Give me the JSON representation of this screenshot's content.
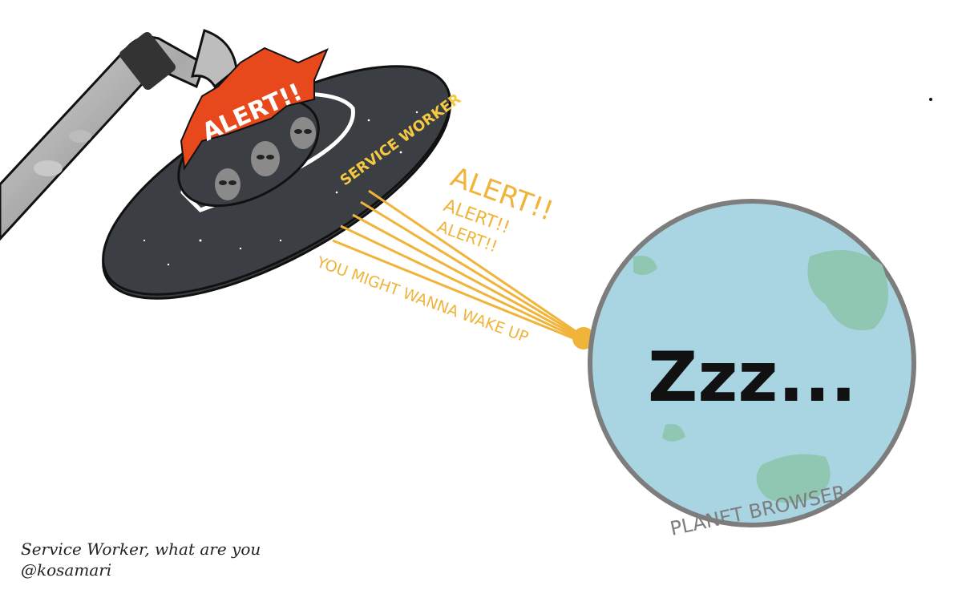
{
  "illustration": {
    "ufo_label": "SERVICE WORKER",
    "alert_badge": "ALERT!!",
    "alerts": [
      "ALERT!!",
      "ALERT!!",
      "ALERT!!"
    ],
    "message": "YOU MIGHT WANNA WAKE UP",
    "planet_text": "Zzz...",
    "planet_label": "PLANET BROWSER"
  },
  "caption": {
    "title": "Service Worker, what are you",
    "author": "@kosamari"
  },
  "colors": {
    "ufo_body": "#3b3f44",
    "beam": "#f0b43a",
    "alert_red": "#e8491c",
    "planet_water": "#a9d4e2",
    "planet_land": "#8fc7b3",
    "planet_outline": "#7d7d7d",
    "ufo_glow": "#f5d400"
  }
}
